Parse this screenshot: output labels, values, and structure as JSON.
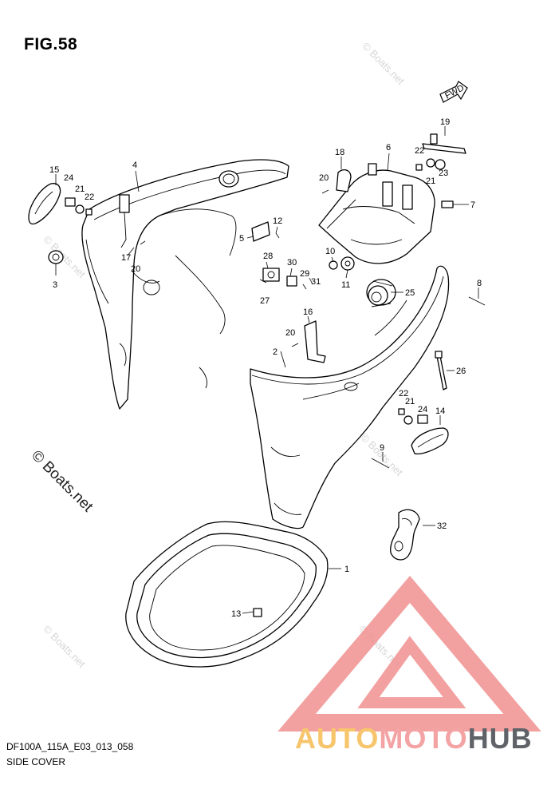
{
  "figure": {
    "title": "FIG.58",
    "caption_code": "DF100A_115A_E03_013_058",
    "caption_name": "SIDE COVER",
    "fwd_label": "FWD"
  },
  "watermarks": {
    "main": "© Boats.net",
    "faint": "© Boats.net"
  },
  "brand": {
    "part1": "AUTO",
    "part2": "MOTO",
    "part3": "HUB",
    "colors": {
      "auto": "#f7c56b",
      "moto": "#f3a3a3",
      "hub": "#5f6368",
      "triangle": "#f08f8f"
    }
  },
  "callouts": [
    "1",
    "2",
    "3",
    "4",
    "5",
    "6",
    "7",
    "8",
    "9",
    "10",
    "11",
    "12",
    "13",
    "14",
    "15",
    "16",
    "17",
    "18",
    "19",
    "20",
    "20",
    "20",
    "21",
    "21",
    "21",
    "22",
    "22",
    "22",
    "23",
    "24",
    "24",
    "25",
    "26",
    "27",
    "28",
    "29",
    "30",
    "31",
    "32"
  ]
}
